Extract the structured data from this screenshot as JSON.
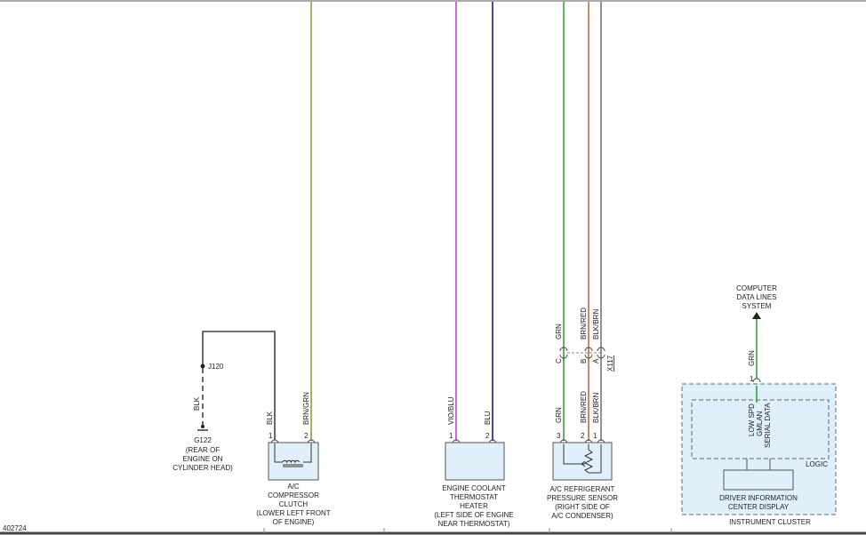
{
  "colors": {
    "olive": "#9a9a3a",
    "violet": "#c040d0",
    "blue": "#1a1a7a",
    "green": "#3aa03a",
    "brown": "#c0703a",
    "gray": "#777777",
    "black": "#333333",
    "panel": "#dff0fb"
  },
  "ground": {
    "splice": "J120",
    "wire": "BLK",
    "id": "G122",
    "loc1": "(REAR OF",
    "loc2": "ENGINE ON",
    "loc3": "CYLINDER HEAD)"
  },
  "compressor": {
    "wire1": "BLK",
    "wire2": "BRN/GRN",
    "pin1": "1",
    "pin2": "2",
    "line1": "A/C",
    "line2": "COMPRESSOR",
    "line3": "CLUTCH",
    "line4": "(LOWER LEFT FRONT",
    "line5": "OF ENGINE)"
  },
  "heater": {
    "wire1": "VIO/BLU",
    "wire2": "BLU",
    "pin1": "1",
    "pin2": "2",
    "line1": "ENGINE COOLANT",
    "line2": "THERMOSTAT",
    "line3": "HEATER",
    "line4": "(LEFT SIDE OF ENGINE",
    "line5": "NEAR THERMOSTAT)"
  },
  "sensor": {
    "upper_wire1": "GRN",
    "upper_wire2": "BRN/RED",
    "upper_wire3": "BLK/BRN",
    "conn_c": "C",
    "conn_b": "B",
    "conn_a": "A",
    "connector": "X117",
    "lower_wire1": "GRN",
    "lower_wire2": "BRN/RED",
    "lower_wire3": "BLK/BRN",
    "pin3": "3",
    "pin2": "2",
    "pin1": "1",
    "line1": "A/C REFRIGERANT",
    "line2": "PRESSURE SENSOR",
    "line3": "(RIGHT SIDE OF",
    "line4": "A/C CONDENSER)"
  },
  "cluster": {
    "dest1": "COMPUTER",
    "dest2": "DATA LINES",
    "dest3": "SYSTEM",
    "wire": "GRN",
    "pin": "1",
    "data1": "LOW SPD",
    "data2": "GMLAN",
    "data3": "SERIAL DATA",
    "logic": "LOGIC",
    "display1": "DRIVER INFORMATION",
    "display2": "CENTER DISPLAY",
    "name": "INSTRUMENT CLUSTER"
  },
  "footer": {
    "code": "402724"
  }
}
